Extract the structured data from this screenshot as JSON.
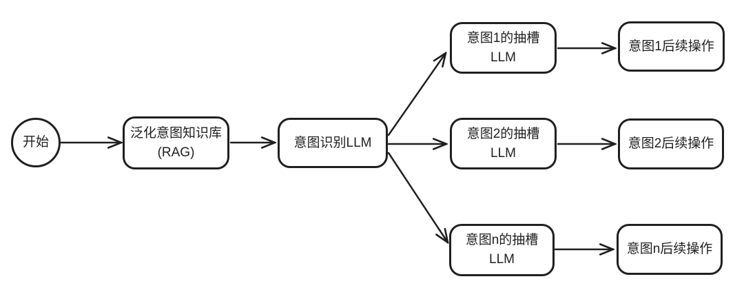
{
  "diagram": {
    "type": "flowchart",
    "colors": {
      "background": "#ffffff",
      "stroke": "#1f1f1f",
      "text": "#1f1f1f",
      "node_fill": "#ffffff"
    },
    "nodes": {
      "start": {
        "shape": "circle",
        "label": "开始"
      },
      "rag": {
        "shape": "rounded-rect",
        "label": "泛化意图知识库\n(RAG)"
      },
      "intent_llm": {
        "shape": "rounded-rect",
        "label": "意图识别LLM"
      },
      "slot1": {
        "shape": "rounded-rect",
        "label": "意图1的抽槽\nLLM"
      },
      "follow1": {
        "shape": "rounded-rect",
        "label": "意图1后续操作"
      },
      "slot2": {
        "shape": "rounded-rect",
        "label": "意图2的抽槽\nLLM"
      },
      "follow2": {
        "shape": "rounded-rect",
        "label": "意图2后续操作"
      },
      "slotn": {
        "shape": "rounded-rect",
        "label": "意图n的抽槽\nLLM"
      },
      "follown": {
        "shape": "rounded-rect",
        "label": "意图n后续操作"
      }
    },
    "edges": [
      {
        "from": "start",
        "to": "rag"
      },
      {
        "from": "rag",
        "to": "intent_llm"
      },
      {
        "from": "intent_llm",
        "to": "slot1"
      },
      {
        "from": "intent_llm",
        "to": "slot2"
      },
      {
        "from": "intent_llm",
        "to": "slotn"
      },
      {
        "from": "slot1",
        "to": "follow1"
      },
      {
        "from": "slot2",
        "to": "follow2"
      },
      {
        "from": "slotn",
        "to": "follown"
      }
    ]
  }
}
